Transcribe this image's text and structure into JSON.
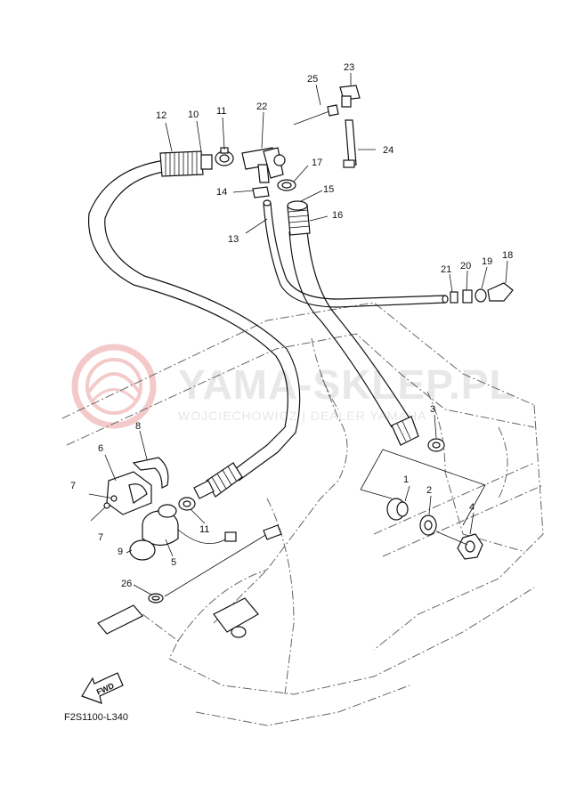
{
  "watermark": {
    "brand": "YAMA-SKLEP.PL",
    "tagline": "WOJCIECHOWICZ | DEALER YAMAHA",
    "logo_color": "#f4c9c9"
  },
  "diagram_code": "F2S1100-L340",
  "fwd_label": "FWD",
  "callouts": [
    {
      "id": "c1",
      "text": "1"
    },
    {
      "id": "c2",
      "text": "2"
    },
    {
      "id": "c3",
      "text": "3"
    },
    {
      "id": "c4",
      "text": "4"
    },
    {
      "id": "c5",
      "text": "5"
    },
    {
      "id": "c6",
      "text": "6"
    },
    {
      "id": "c7a",
      "text": "7"
    },
    {
      "id": "c7b",
      "text": "7"
    },
    {
      "id": "c8",
      "text": "8"
    },
    {
      "id": "c9",
      "text": "9"
    },
    {
      "id": "c10",
      "text": "10"
    },
    {
      "id": "c11a",
      "text": "11"
    },
    {
      "id": "c11b",
      "text": "11"
    },
    {
      "id": "c12",
      "text": "12"
    },
    {
      "id": "c13",
      "text": "13"
    },
    {
      "id": "c14",
      "text": "14"
    },
    {
      "id": "c15",
      "text": "15"
    },
    {
      "id": "c16",
      "text": "16"
    },
    {
      "id": "c17",
      "text": "17"
    },
    {
      "id": "c18",
      "text": "18"
    },
    {
      "id": "c19",
      "text": "19"
    },
    {
      "id": "c20",
      "text": "20"
    },
    {
      "id": "c21",
      "text": "21"
    },
    {
      "id": "c22",
      "text": "22"
    },
    {
      "id": "c23",
      "text": "23"
    },
    {
      "id": "c24",
      "text": "24"
    },
    {
      "id": "c25",
      "text": "25"
    },
    {
      "id": "c26",
      "text": "26"
    }
  ]
}
